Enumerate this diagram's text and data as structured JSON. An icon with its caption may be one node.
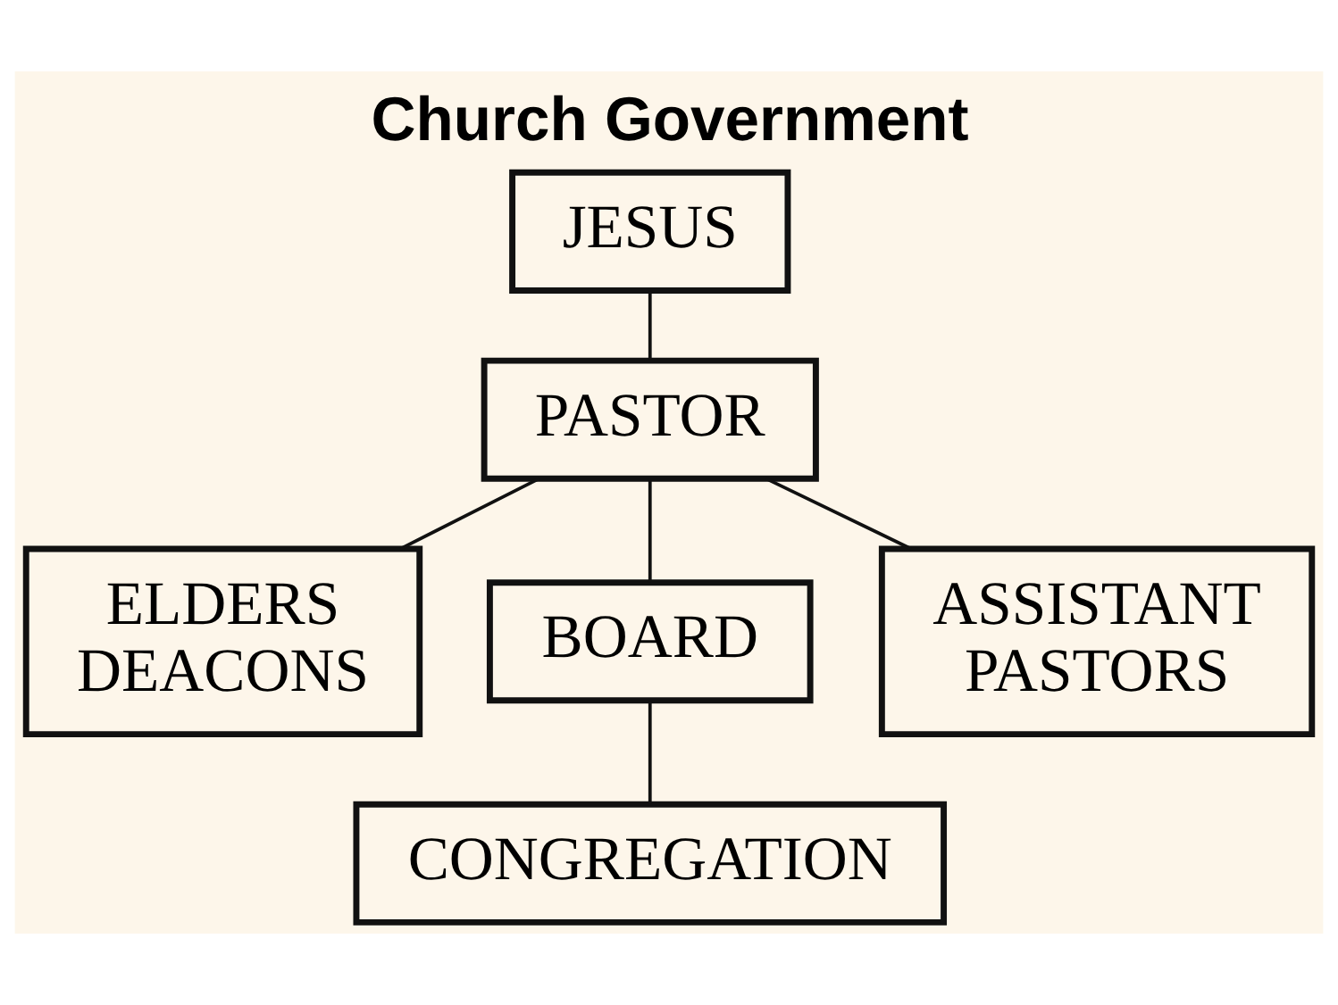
{
  "diagram": {
    "title": "Church Government",
    "nodes": [
      {
        "text": [
          "JESUS"
        ]
      },
      {
        "text": [
          "PASTOR"
        ]
      },
      {
        "text": [
          "ELDERS DEACONS"
        ]
      },
      {
        "text": [
          "BOARD"
        ]
      },
      {
        "text": [
          "ASSISTANT PASTORS"
        ]
      },
      {
        "text": [
          "CONGREGATION"
        ]
      }
    ],
    "edges": [
      {
        "from": 0,
        "to": 1,
        "arrow": "none"
      },
      {
        "from": 1,
        "to": 2,
        "arrow": "none"
      },
      {
        "from": 1,
        "to": 3,
        "arrow": "none"
      },
      {
        "from": 1,
        "to": 4,
        "arrow": "none"
      },
      {
        "from": 3,
        "to": 5,
        "arrow": "none"
      }
    ]
  }
}
